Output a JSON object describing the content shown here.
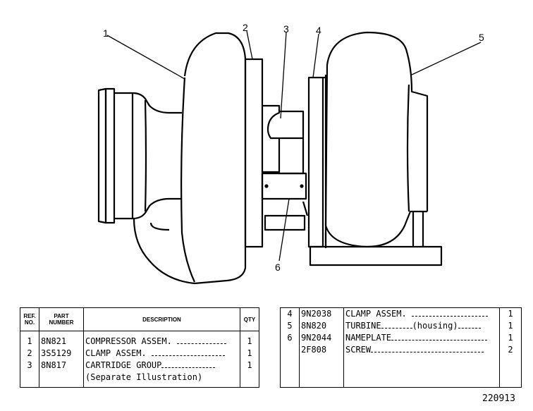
{
  "callouts": {
    "c1": "1",
    "c2": "2",
    "c3": "3",
    "c4": "4",
    "c5": "5",
    "c6": "6"
  },
  "table_left": {
    "headers": {
      "ref": "REF. NO.",
      "part": "PART NUMBER",
      "desc": "DESCRIPTION",
      "qty": "QTY"
    },
    "rows": [
      {
        "ref": "1",
        "part": "8N821",
        "desc": "COMPRESSOR ASSEM.",
        "qty": "1"
      },
      {
        "ref": "2",
        "part": "3S5129",
        "desc": "CLAMP ASSEM.",
        "qty": "1"
      },
      {
        "ref": "3",
        "part": "8N817",
        "desc": "CARTRIDGE GROUP",
        "qty": "1"
      }
    ],
    "note": "(Separate Illustration)"
  },
  "table_right": {
    "rows": [
      {
        "ref": "4",
        "part": "9N2038",
        "desc": "CLAMP ASSEM.",
        "desc2": "",
        "qty": "1"
      },
      {
        "ref": "5",
        "part": "8N820",
        "desc": "TURBINE",
        "desc2": "(housing)",
        "qty": "1"
      },
      {
        "ref": "6",
        "part": "9N2044",
        "desc": "NAMEPLATE",
        "desc2": "",
        "qty": "1"
      },
      {
        "ref": "",
        "part": "2F808",
        "desc": "SCREW",
        "desc2": "",
        "qty": "2"
      }
    ]
  },
  "figure_number": "220913"
}
